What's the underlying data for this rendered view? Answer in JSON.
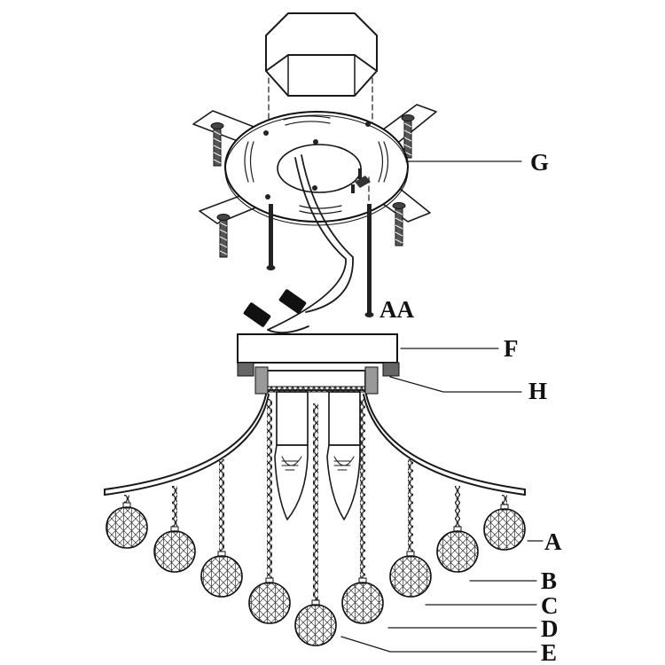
{
  "diagram": {
    "labels": {
      "a": "A",
      "b": "B",
      "c": "C",
      "d": "D",
      "e": "E",
      "f": "F",
      "g": "G",
      "h": "H",
      "aa": "AA"
    }
  }
}
